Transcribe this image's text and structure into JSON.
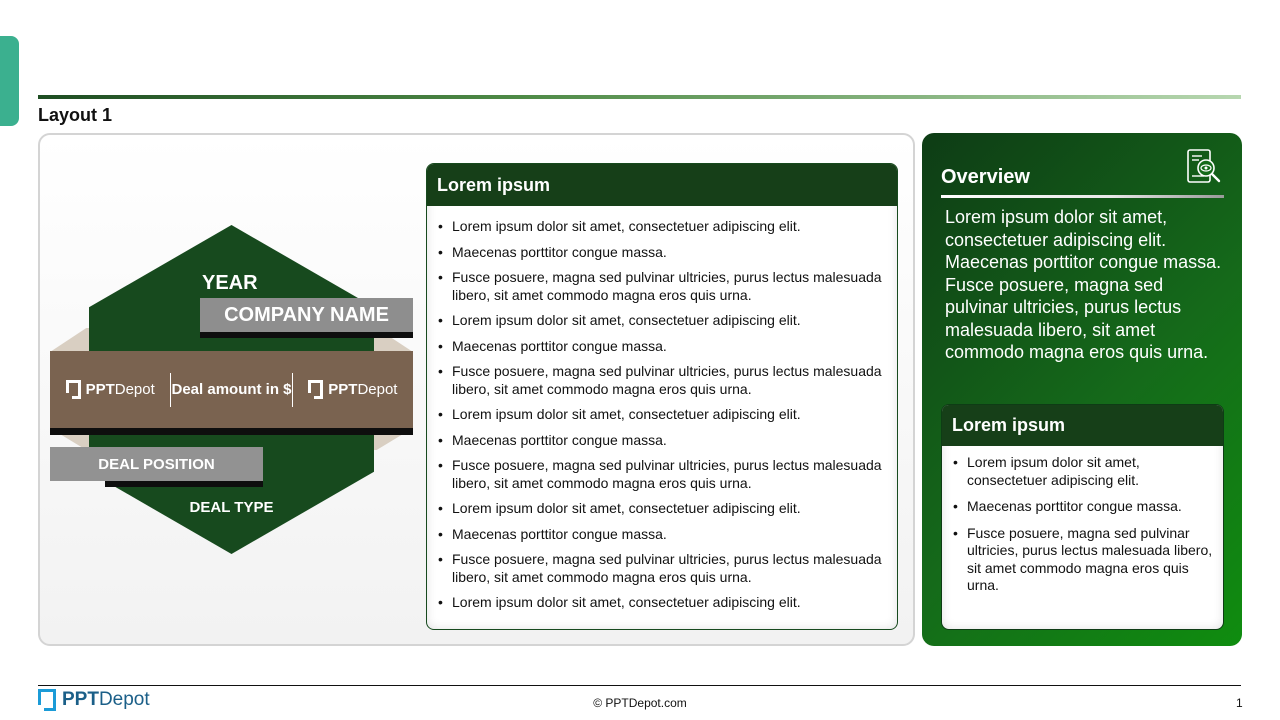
{
  "slide": {
    "title": "Layout 1",
    "page_number": "1"
  },
  "colors": {
    "accent_tab": "#3bb08f",
    "dark_green": "#174a1e",
    "deal_band": "#7a6350",
    "gray_label": "#8e8e8e"
  },
  "infographic": {
    "year": "YEAR",
    "company_name": "COMPANY NAME",
    "deal_amount": "Deal amount in $",
    "deal_position": "DEAL POSITION",
    "deal_type": "DEAL TYPE",
    "logo_bold": "PPT",
    "logo_regular": "Depot"
  },
  "center_card": {
    "title": "Lorem ipsum",
    "items": [
      "Lorem ipsum dolor sit amet, consectetuer adipiscing elit.",
      "Maecenas porttitor congue massa.",
      "Fusce posuere, magna sed pulvinar ultricies, purus lectus malesuada libero, sit amet commodo magna eros quis urna.",
      "Lorem ipsum dolor sit amet, consectetuer adipiscing elit.",
      "Maecenas porttitor congue massa.",
      "Fusce posuere, magna sed pulvinar ultricies, purus lectus malesuada libero, sit amet commodo magna eros quis urna.",
      "Lorem ipsum dolor sit amet, consectetuer adipiscing elit.",
      "Maecenas porttitor congue massa.",
      "Fusce posuere, magna sed pulvinar ultricies, purus lectus malesuada libero, sit amet commodo magna eros quis urna.",
      "Lorem ipsum dolor sit amet, consectetuer adipiscing elit.",
      "Maecenas porttitor congue massa.",
      "Fusce posuere, magna sed pulvinar ultricies, purus lectus malesuada libero, sit amet commodo magna eros quis urna.",
      "Lorem ipsum dolor sit amet, consectetuer adipiscing elit."
    ]
  },
  "overview": {
    "title": "Overview",
    "icon": "document-search-icon",
    "text": "Lorem ipsum dolor sit amet, consectetuer adipiscing elit. Maecenas porttitor congue massa. Fusce posuere, magna sed pulvinar ultricies, purus lectus malesuada libero, sit amet commodo magna eros quis urna."
  },
  "right_card": {
    "title": "Lorem ipsum",
    "items": [
      "Lorem ipsum dolor sit amet, consectetuer adipiscing elit.",
      "Maecenas porttitor congue massa.",
      "Fusce posuere, magna sed pulvinar ultricies, purus lectus malesuada libero, sit amet commodo magna eros quis urna."
    ]
  },
  "footer": {
    "logo_bold": "PPT",
    "logo_regular": "Depot",
    "copyright": "© PPTDepot.com"
  }
}
